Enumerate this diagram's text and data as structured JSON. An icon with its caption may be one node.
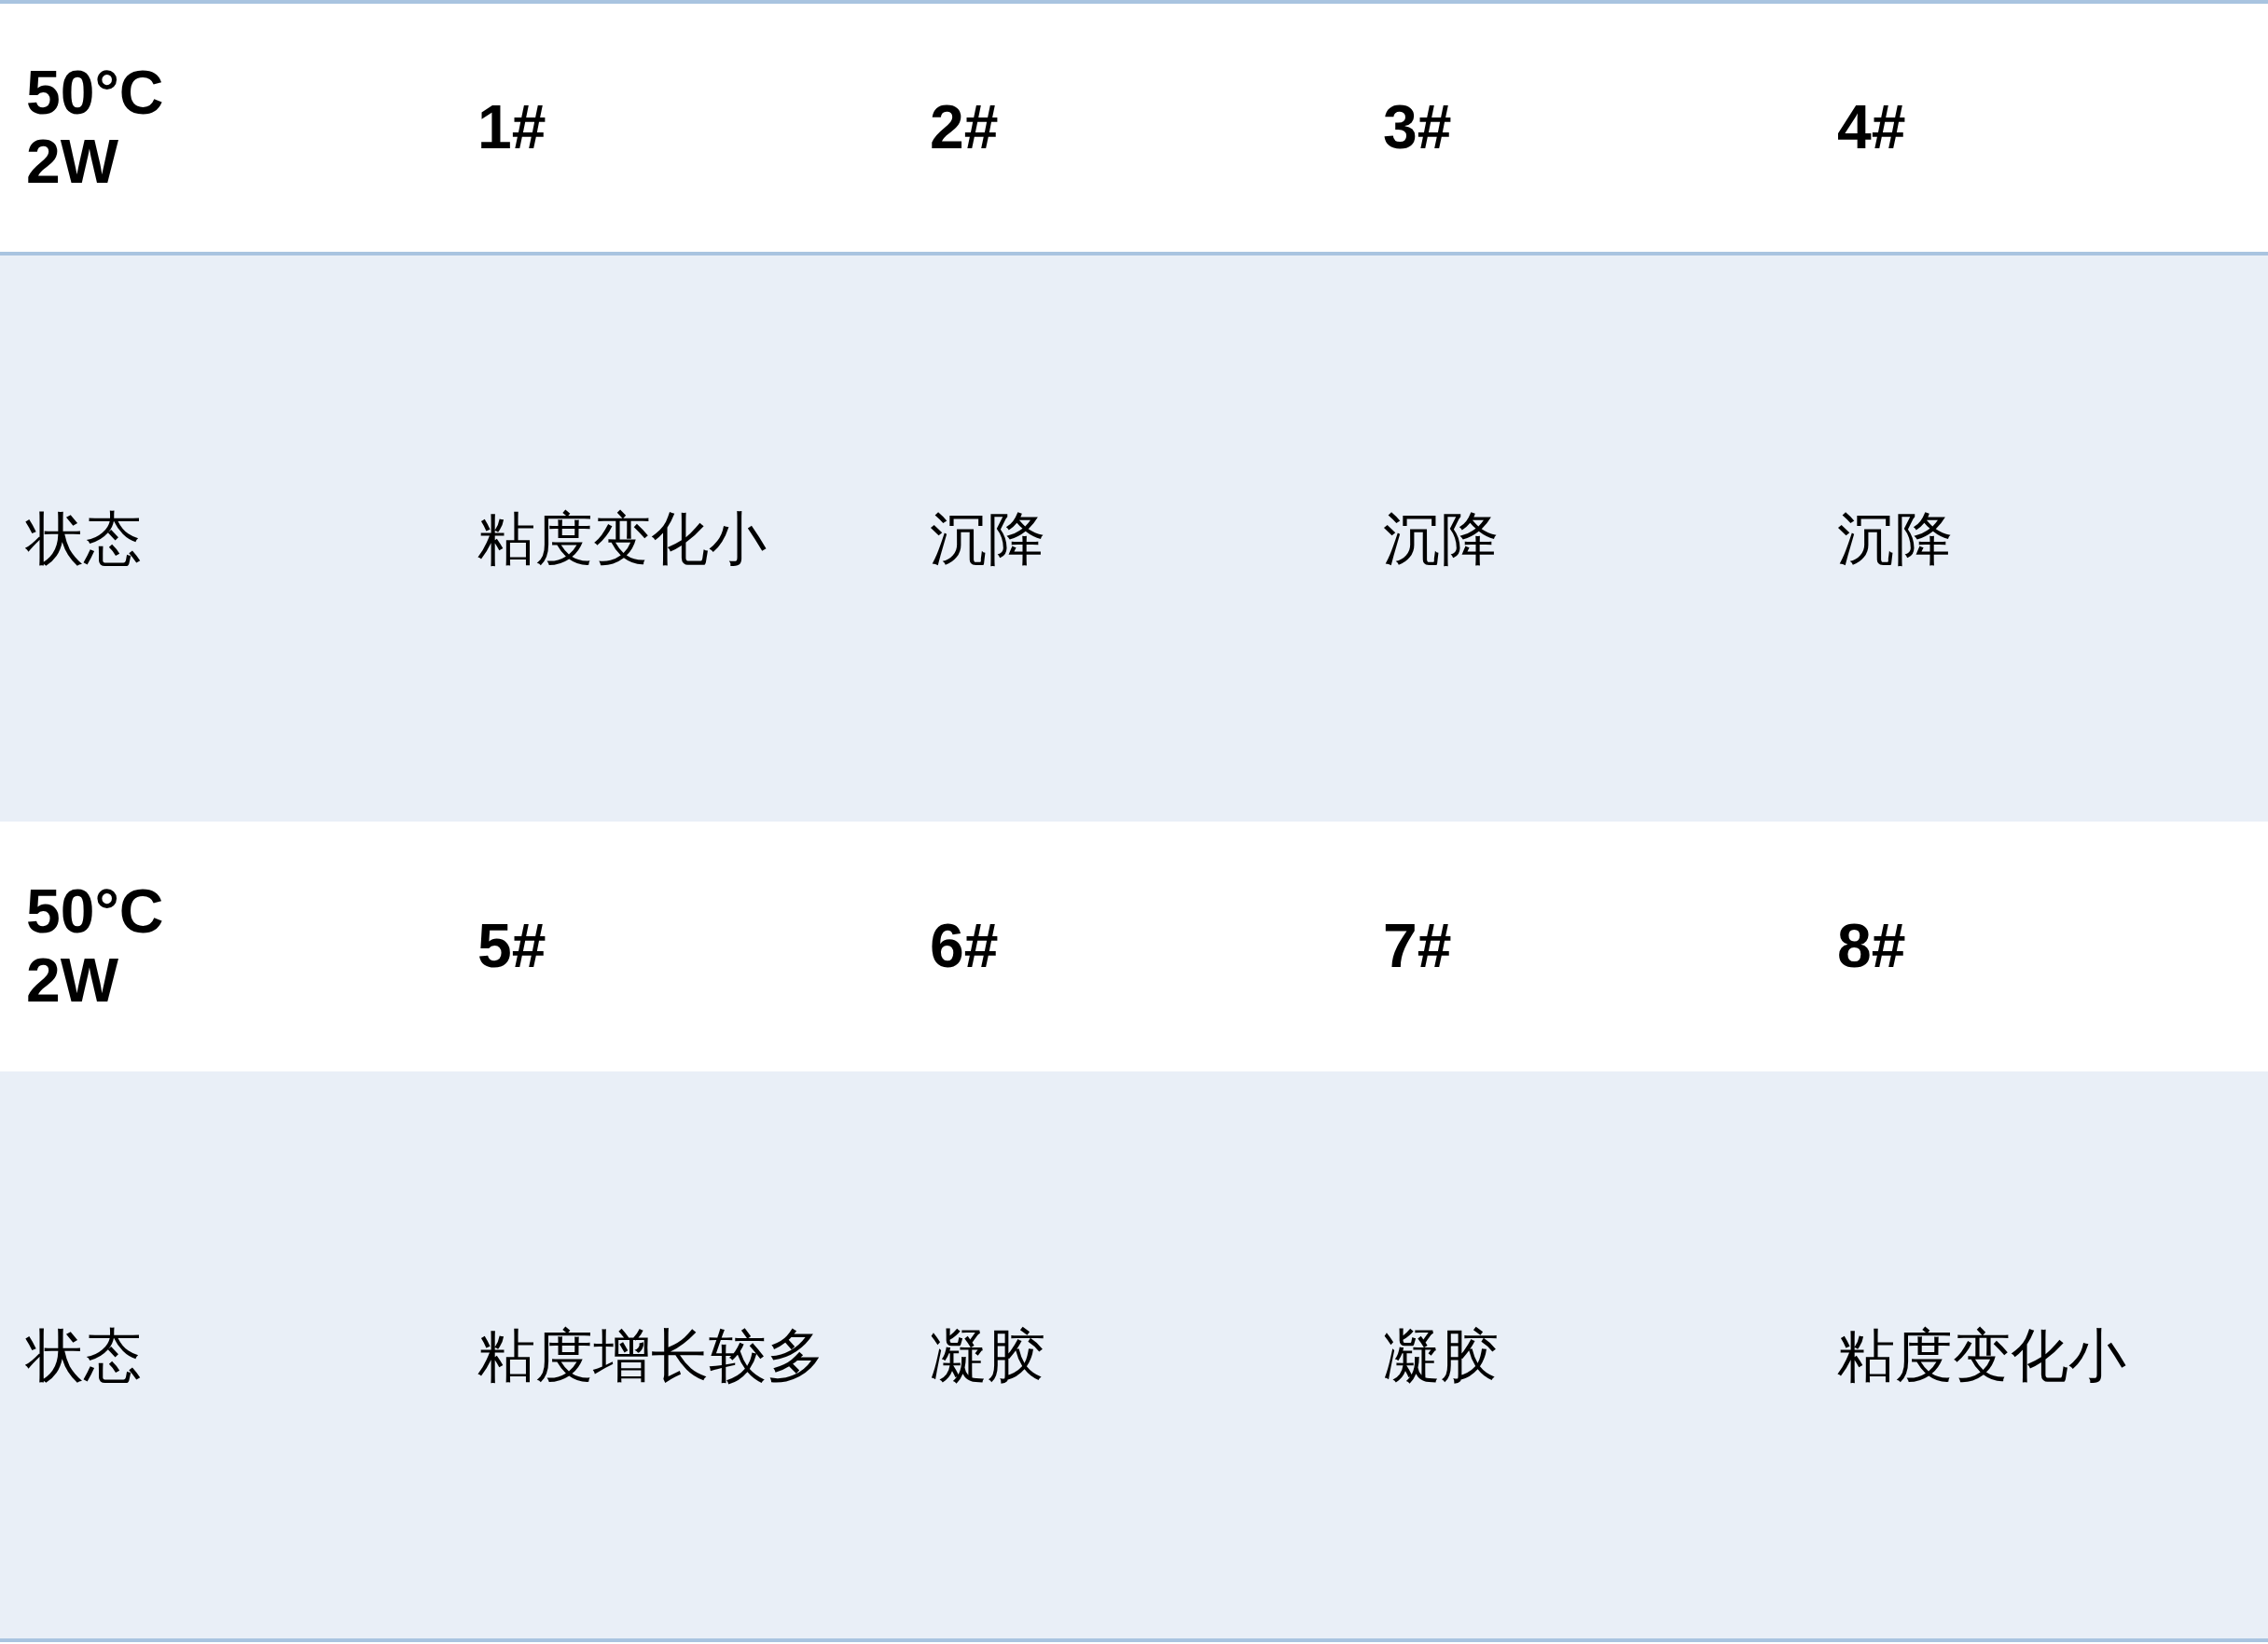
{
  "diagram": {
    "labels": [
      "50°C 2W",
      "1#",
      "2#",
      "3#",
      "4#",
      "状态",
      "粘度变化小",
      "沉降",
      "沉降",
      "沉降",
      "50°C 2W",
      "5#",
      "6#",
      "7#",
      "8#",
      "状态",
      "粘度增长较多",
      "凝胶",
      "凝胶",
      "粘度变化小"
    ]
  }
}
